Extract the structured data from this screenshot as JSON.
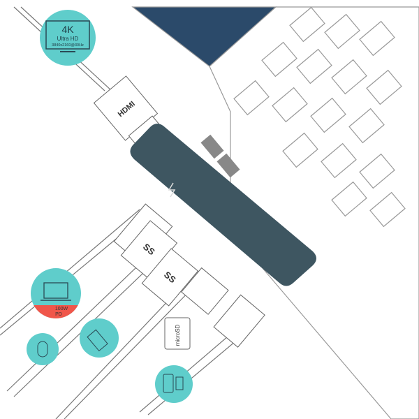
{
  "monitor_badge": {
    "resolution_label": "4K",
    "quality_label": "Ultra HD",
    "spec_label": "3840x2160@30Hz"
  },
  "hdmi_label": "HDMI",
  "usb_labels": [
    "SS",
    "SS"
  ],
  "sd_label": "microSD",
  "power_badge": {
    "watt_label": "100W",
    "pd_label": "PD"
  },
  "colors": {
    "teal": "#5fcdcb",
    "hub": "#3e5661",
    "red": "#f0564a",
    "line": "#777777"
  }
}
